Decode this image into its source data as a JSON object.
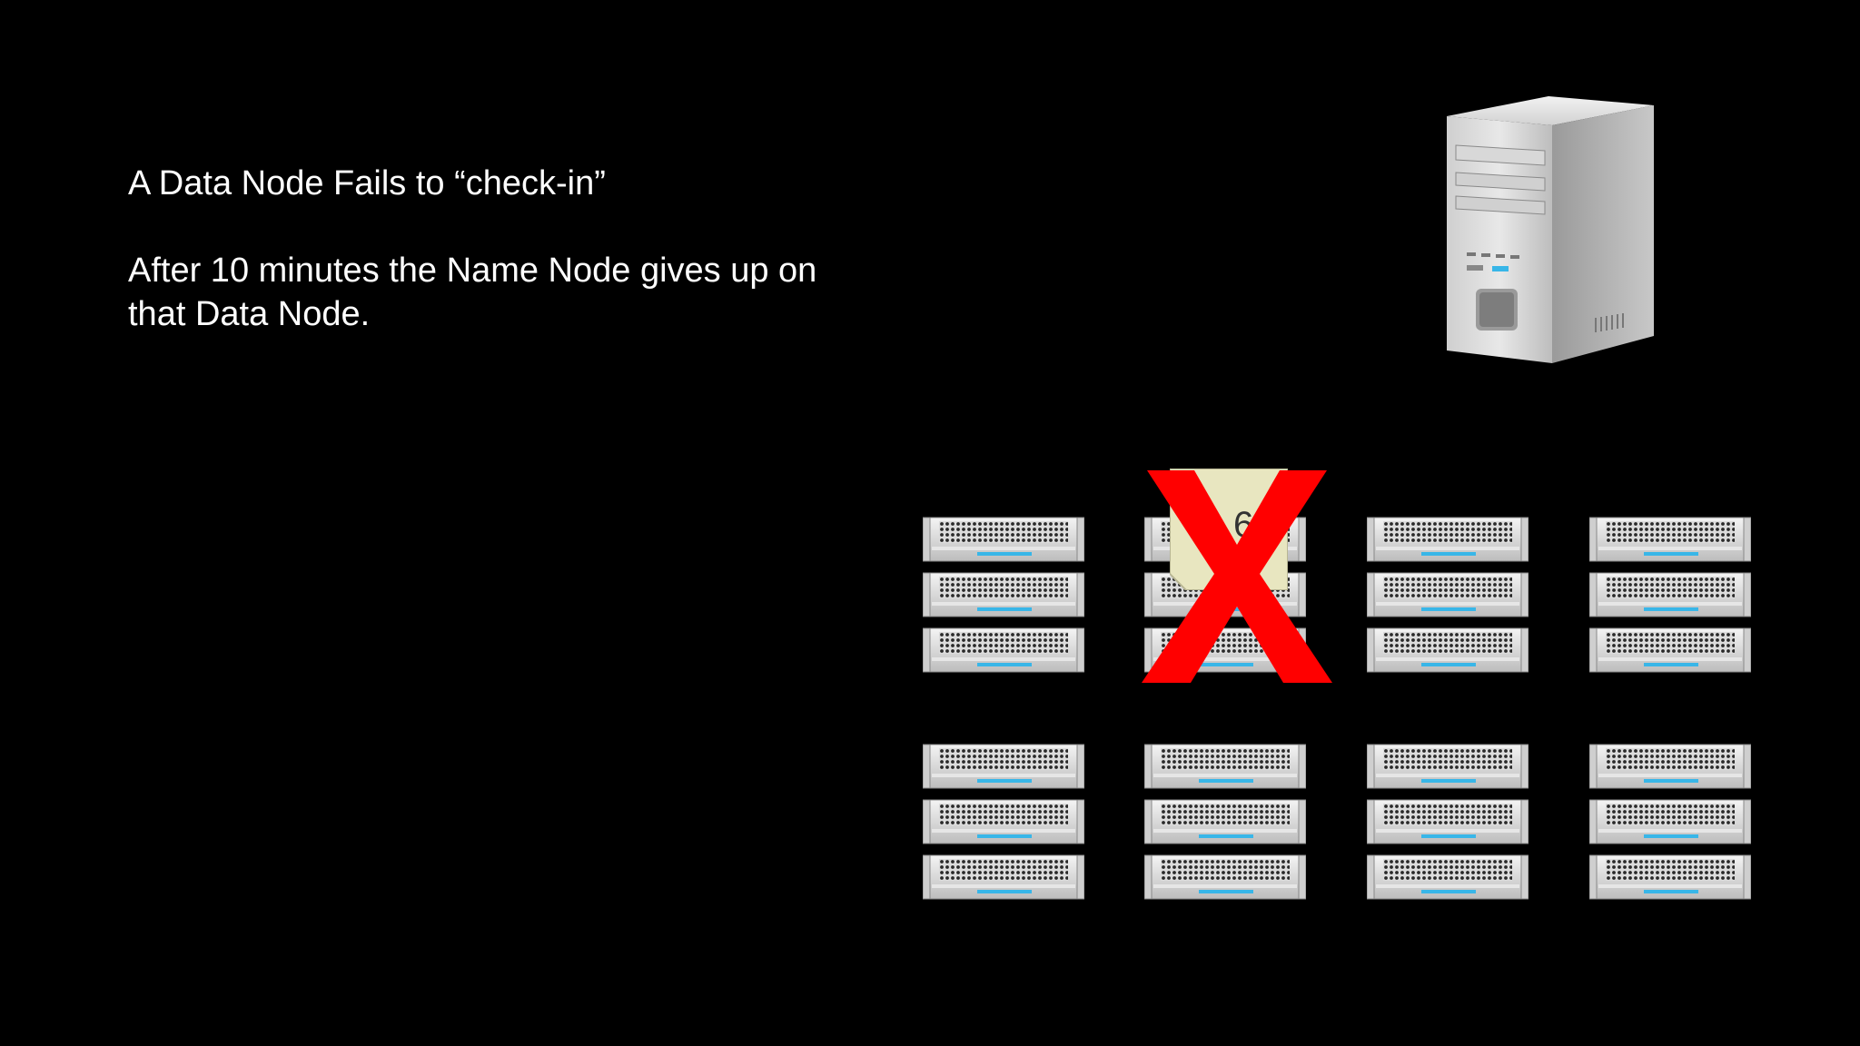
{
  "text": {
    "line1": "A Data Node Fails to “check-in”",
    "line2": "After 10 minutes the Name Node gives up on that Data Node."
  },
  "nodes": {
    "name_node_icon": "server-tower-icon",
    "data_node_icon": "rack-server-icon",
    "failed_marker_icon": "red-x-icon",
    "failed_block_label": "6"
  },
  "colors": {
    "background": "#000000",
    "text": "#ffffff",
    "failure_mark": "#ff0000",
    "block_tag": "#e8e6c0"
  }
}
